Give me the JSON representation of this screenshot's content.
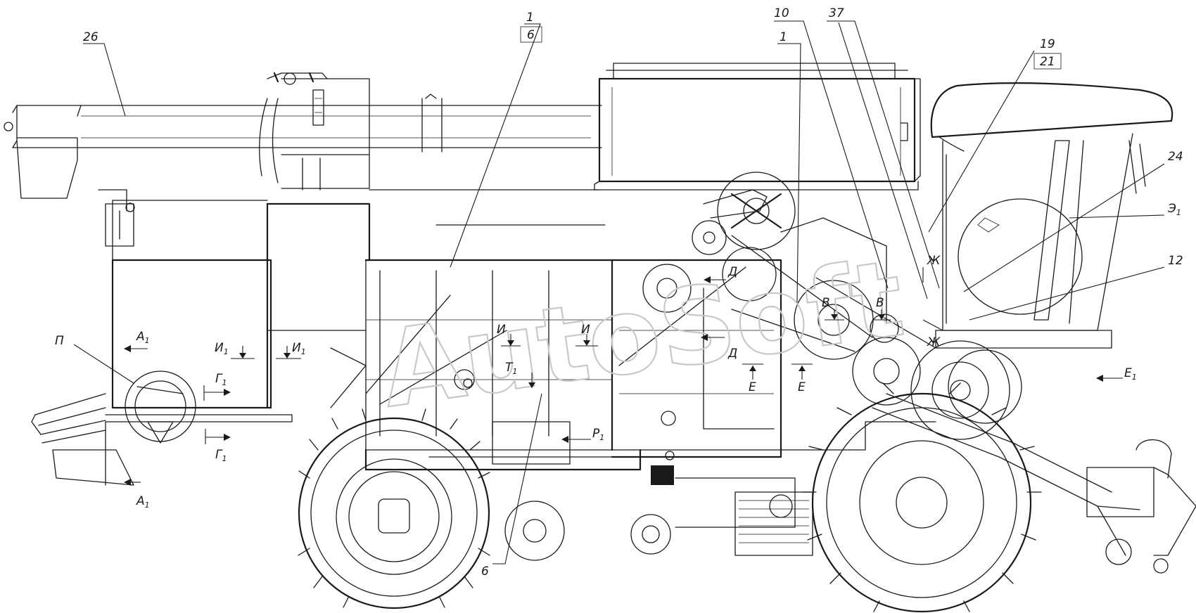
{
  "callouts": {
    "c26": "26",
    "c1a": "1",
    "c6a": "6",
    "c1b": "1",
    "c10": "10",
    "c37": "37",
    "c19": "19",
    "c21": "21",
    "c24": "24",
    "c3": "Э",
    "c3_sub": "1",
    "c12": "12",
    "c6b": "6"
  },
  "section_labels": {
    "P": "П",
    "A1_top": "А",
    "A1_top_sub": "1",
    "A1_bot": "А",
    "A1_bot_sub": "1",
    "G1_top": "Г",
    "G1_top_sub": "1",
    "G1_bot": "Г",
    "G1_bot_sub": "1",
    "I1_left": "И",
    "I1_left_sub": "1",
    "I1_right": "И",
    "I1_right_sub": "1",
    "I_left": "И",
    "I_right": "И",
    "T1": "Т",
    "T1_sub": "1",
    "R1": "Р",
    "R1_sub": "1",
    "D_top": "Д",
    "D_bot": "Д",
    "E_left": "Е",
    "E_right": "Е",
    "E1": "Е",
    "E1_sub": "1",
    "V_left": "В",
    "V_right": "В",
    "Zh_top": "Ж",
    "Zh_bot": "Ж"
  },
  "watermark": "AutoSoft",
  "colors": {
    "line": "#1a1a1a",
    "paper": "#ffffff",
    "watermark": "#c8c8c8"
  }
}
